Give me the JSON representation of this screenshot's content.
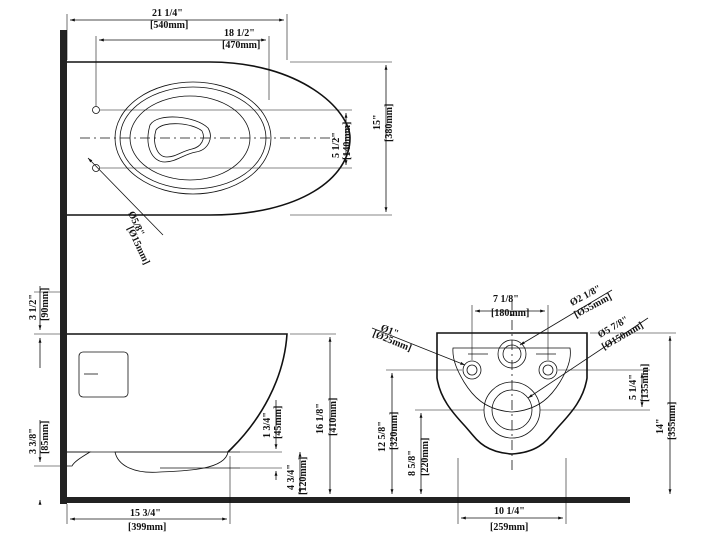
{
  "top_view": {
    "overall_length_in": "21 1/4\"",
    "overall_length_mm": "[540mm]",
    "bolt_to_front_in": "18 1/2\"",
    "bolt_to_front_mm": "[470mm]",
    "bolt_spacing_in": "5 1/2\"",
    "bolt_spacing_mm": "[140mm]",
    "width_in": "15\"",
    "width_mm": "[380mm]",
    "bolt_hole_in": "Ø5/8\"",
    "bolt_hole_mm": "[Ø15mm]"
  },
  "side_view": {
    "top_offset_in": "3 1/2\"",
    "top_offset_mm": "[90mm]",
    "height_in": "16 1/8\"",
    "height_mm": "[410mm]",
    "outlet_rise_in": "1 3/4\"",
    "outlet_rise_mm": "[45mm]",
    "outlet_height_in": "4 3/4\"",
    "outlet_height_mm": "[120mm]",
    "bottom_offset_in": "3 3/8\"",
    "bottom_offset_mm": "[85mm]",
    "projection_in": "15 3/4\"",
    "projection_mm": "[399mm]"
  },
  "rear_view": {
    "stud_spacing_in": "7 1/8\"",
    "stud_spacing_mm": "[180mm]",
    "inlet_dia_in": "Ø2 1/8\"",
    "inlet_dia_mm": "[Ø55mm]",
    "stud_dia_in": "Ø1\"",
    "stud_dia_mm": "[Ø25mm]",
    "outlet_dia_in": "Ø5 7/8\"",
    "outlet_dia_mm": "[Ø150mm]",
    "stud_to_outlet_in": "5 1/4\"",
    "stud_to_outlet_mm": "[135mm]",
    "overall_height_in": "14\"",
    "overall_height_mm": "[355mm]",
    "stud_height_in": "12 5/8\"",
    "stud_height_mm": "[320mm]",
    "outlet_center_in": "8 5/8\"",
    "outlet_center_mm": "[220mm]",
    "width_in": "10 1/4\"",
    "width_mm": "[259mm]"
  }
}
